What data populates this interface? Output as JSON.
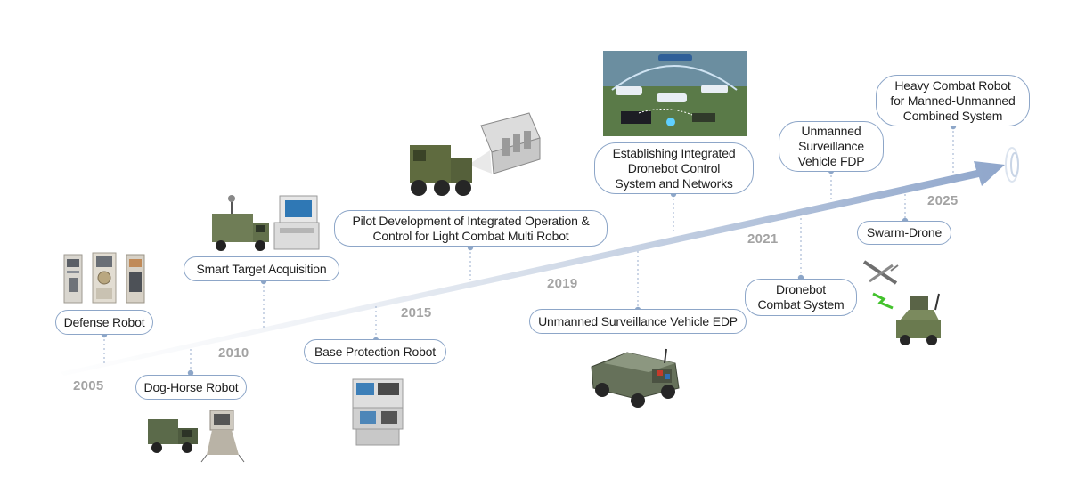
{
  "years": [
    "2005",
    "2010",
    "2015",
    "2019",
    "2021",
    "2025"
  ],
  "milestones": {
    "defense_robot": "Defense Robot",
    "dog_horse_robot": "Dog-Horse Robot",
    "smart_target": "Smart Target Acquisition",
    "base_protection": "Base Protection Robot",
    "pilot_dev": [
      "Pilot Development of Integrated Operation &",
      "Control for Light Combat Multi Robot"
    ],
    "usv_edp": "Unmanned Surveillance Vehicle EDP",
    "integrated_dronebot": [
      "Establishing Integrated",
      "Dronebot Control",
      "System and Networks"
    ],
    "dronebot_combat": [
      "Dronebot",
      "Combat System"
    ],
    "usv_fdp": [
      "Unmanned",
      "Surveillance",
      "Vehicle FDP"
    ],
    "swarm_drone": "Swarm-Drone",
    "heavy_combat": [
      "Heavy Combat Robot",
      "for Manned-Unmanned",
      "Combined System"
    ]
  },
  "colors": {
    "arrow_start": "#f3f5f8",
    "arrow_end": "#9fb3d3",
    "label_border": "#8da6c8",
    "dot": "#8da6c8",
    "year_text": "#a3a3a3"
  },
  "icons": [
    "control-console-icon",
    "military-truck-icon",
    "container-module-icon",
    "network-map-icon",
    "jeep-robot-icon",
    "drone-icon",
    "armored-vehicle-icon"
  ]
}
